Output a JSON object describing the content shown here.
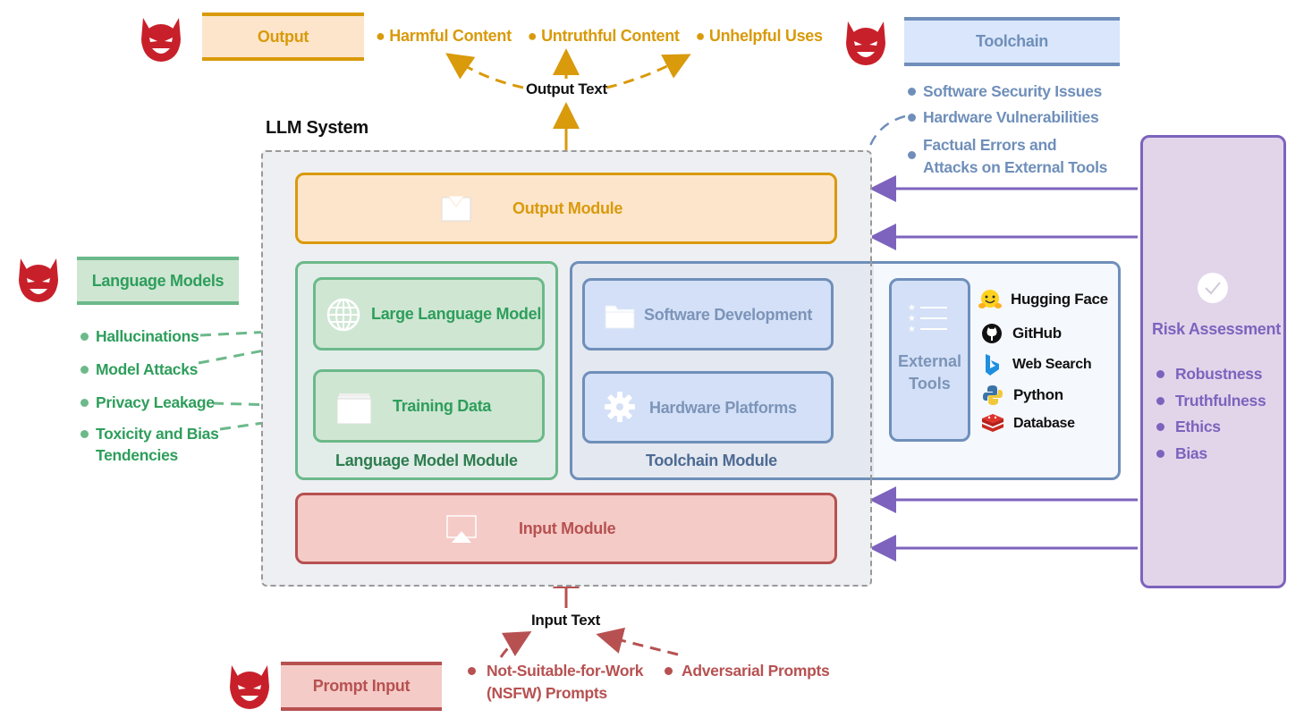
{
  "colors": {
    "output": "#d99a0b",
    "output_fill": "#fde5cb",
    "toolchain": "#6f8fba",
    "toolchain_fill": "#dae6fb",
    "language": "#2e9e5b",
    "language_stroke": "#6cb98a",
    "language_fill": "#cfe6d3",
    "input": "#b75151",
    "input_fill": "#f4cbc7",
    "risk": "#7d63bd",
    "risk_fill": "#e2d5ea",
    "devil": "#c8202a",
    "system_fill": "#eeeff2"
  },
  "top": {
    "output_banner": "Output",
    "output_risks": [
      "Harmful Content",
      "Untruthful Content",
      "Unhelpful Uses"
    ],
    "output_text": "Output Text"
  },
  "toolchain_panel": {
    "banner": "Toolchain",
    "risks": [
      "Software Security Issues",
      "Hardware Vulnerabilities",
      "Factual Errors and Attacks on External Tools"
    ]
  },
  "language_panel": {
    "banner": "Language Models",
    "risks": [
      "Hallucinations",
      "Model Attacks",
      "Privacy Leakage",
      "Toxicity and Bias Tendencies"
    ]
  },
  "system": {
    "title": "LLM System",
    "output_module": "Output Module",
    "input_module": "Input Module",
    "language_module": {
      "title": "Language Model Module",
      "llm": "Large Language Model",
      "training_data": "Training Data"
    },
    "toolchain_module": {
      "title": "Toolchain Module",
      "software": "Software Development",
      "hardware": "Hardware Platforms"
    },
    "external_tools": {
      "title_line1": "External",
      "title_line2": "Tools",
      "tools": [
        {
          "name": "Hugging Face",
          "icon": "hugging-face-icon"
        },
        {
          "name": "GitHub",
          "icon": "github-icon"
        },
        {
          "name": "Web Search",
          "icon": "bing-icon"
        },
        {
          "name": "Python",
          "icon": "python-icon"
        },
        {
          "name": "Database",
          "icon": "redis-database-icon"
        }
      ]
    }
  },
  "risk_assessment": {
    "title": "Risk Assessment",
    "items": [
      "Robustness",
      "Truthfulness",
      "Ethics",
      "Bias"
    ]
  },
  "bottom": {
    "input_text": "Input Text",
    "prompt_banner": "Prompt Input",
    "input_risks": [
      "Not-Suitable-for-Work (NSFW) Prompts",
      "Adversarial Prompts"
    ]
  }
}
